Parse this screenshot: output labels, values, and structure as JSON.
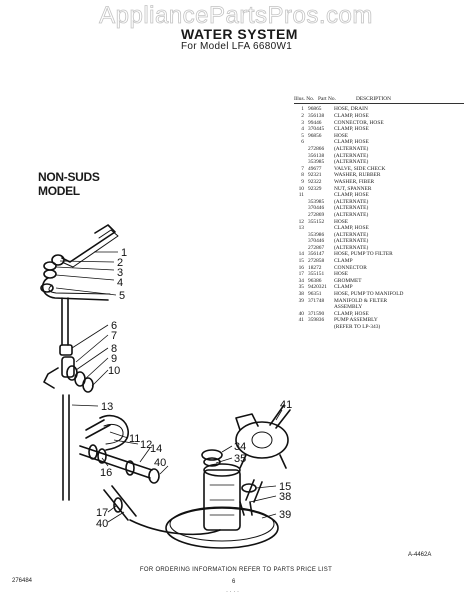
{
  "watermark": "AppliancePartsPros.com",
  "title": "WATER SYSTEM",
  "subtitle": "For Model LFA 6680W1",
  "model_label": "NON-SUDS MODEL",
  "parts_list": {
    "headers": {
      "illus": "Illus. No.",
      "part": "Part No.",
      "description": "DESCRIPTION"
    },
    "rows": [
      {
        "illus": "1",
        "part": "96865",
        "desc": "HOSE, DRAIN"
      },
      {
        "illus": "2",
        "part": "356138",
        "desc": "CLAMP, HOSE"
      },
      {
        "illus": "3",
        "part": "99446",
        "desc": "CONNECTOR, HOSE"
      },
      {
        "illus": "4",
        "part": "370445",
        "desc": "CLAMP, HOSE"
      },
      {
        "illus": "5",
        "part": "96856",
        "desc": "HOSE"
      },
      {
        "illus": "6",
        "part": "",
        "desc": "CLAMP, HOSE"
      },
      {
        "illus": "",
        "part": "272866",
        "desc": "(ALTERNATE)"
      },
      {
        "illus": "",
        "part": "356138",
        "desc": "(ALTERNATE)"
      },
      {
        "illus": "",
        "part": "353985",
        "desc": "(ALTERNATE)"
      },
      {
        "illus": "7",
        "part": "49677",
        "desc": "VALVE, SIDE CHECK"
      },
      {
        "illus": "8",
        "part": "92321",
        "desc": "WASHER, RUBBER"
      },
      {
        "illus": "9",
        "part": "92322",
        "desc": "WASHER, FIBER"
      },
      {
        "illus": "10",
        "part": "92329",
        "desc": "NUT, SPANNER"
      },
      {
        "illus": "11",
        "part": "",
        "desc": "CLAMP, HOSE"
      },
      {
        "illus": "",
        "part": "353985",
        "desc": "(ALTERNATE)"
      },
      {
        "illus": "",
        "part": "370446",
        "desc": "(ALTERNATE)"
      },
      {
        "illus": "",
        "part": "272869",
        "desc": "(ALTERNATE)"
      },
      {
        "illus": "12",
        "part": "355152",
        "desc": "HOSE"
      },
      {
        "illus": "13",
        "part": "",
        "desc": "CLAMP, HOSE"
      },
      {
        "illus": "",
        "part": "353986",
        "desc": "(ALTERNATE)"
      },
      {
        "illus": "",
        "part": "370446",
        "desc": "(ALTERNATE)"
      },
      {
        "illus": "",
        "part": "272867",
        "desc": "(ALTERNATE)"
      },
      {
        "illus": "14",
        "part": "356147",
        "desc": "HOSE, PUMP TO FILTER"
      },
      {
        "illus": "15",
        "part": "272858",
        "desc": "CLAMP"
      },
      {
        "illus": "16",
        "part": "18272",
        "desc": "CONNECTOR"
      },
      {
        "illus": "17",
        "part": "355151",
        "desc": "HOSE"
      },
      {
        "illus": "34",
        "part": "96386",
        "desc": "GROMMET"
      },
      {
        "illus": "35",
        "part": "9420321",
        "desc": "CLAMP"
      },
      {
        "illus": "38",
        "part": "96351",
        "desc": "HOSE, PUMP TO MANIFOLD"
      },
      {
        "illus": "39",
        "part": "371748",
        "desc": "MANIFOLD & FILTER"
      },
      {
        "illus": "",
        "part": "",
        "desc": "ASSEMBLY"
      },
      {
        "illus": "40",
        "part": "371590",
        "desc": "CLAMP, HOSE"
      },
      {
        "illus": "41",
        "part": "359836",
        "desc": "PUMP ASSEMBLY"
      },
      {
        "illus": "",
        "part": "",
        "desc": "(REFER TO LP-343)"
      }
    ]
  },
  "diagram": {
    "callouts": [
      "1",
      "2",
      "3",
      "4",
      "5",
      "6",
      "7",
      "8",
      "9",
      "10",
      "13",
      "11",
      "12",
      "14",
      "16",
      "34",
      "35",
      "40",
      "41",
      "15",
      "38",
      "39",
      "17",
      "40"
    ],
    "line_color": "#111111"
  },
  "figure_code": "A-4462A",
  "footer_note": "FOR ORDERING INFORMATION REFER TO PARTS PRICE LIST",
  "doc_number": "276484",
  "page_number": "6",
  "scan_text": "· · · ·"
}
